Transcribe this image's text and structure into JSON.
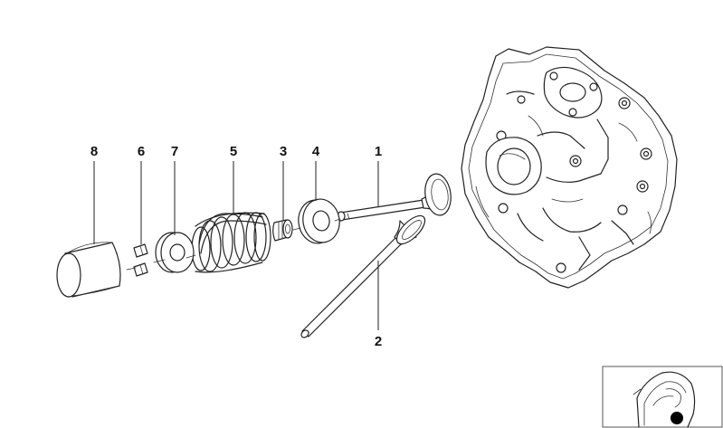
{
  "callouts": [
    {
      "id": "1",
      "label": "1"
    },
    {
      "id": "2",
      "label": "2"
    },
    {
      "id": "3",
      "label": "3"
    },
    {
      "id": "4",
      "label": "4"
    },
    {
      "id": "5",
      "label": "5"
    },
    {
      "id": "6",
      "label": "6"
    },
    {
      "id": "7",
      "label": "7"
    },
    {
      "id": "8",
      "label": "8"
    }
  ],
  "icons": {
    "cylinder_head": "cylinder-head-icon",
    "thumbnail": "location-thumbnail-icon"
  },
  "colors": {
    "line": "#222222",
    "highlight_dot": "#000000"
  }
}
